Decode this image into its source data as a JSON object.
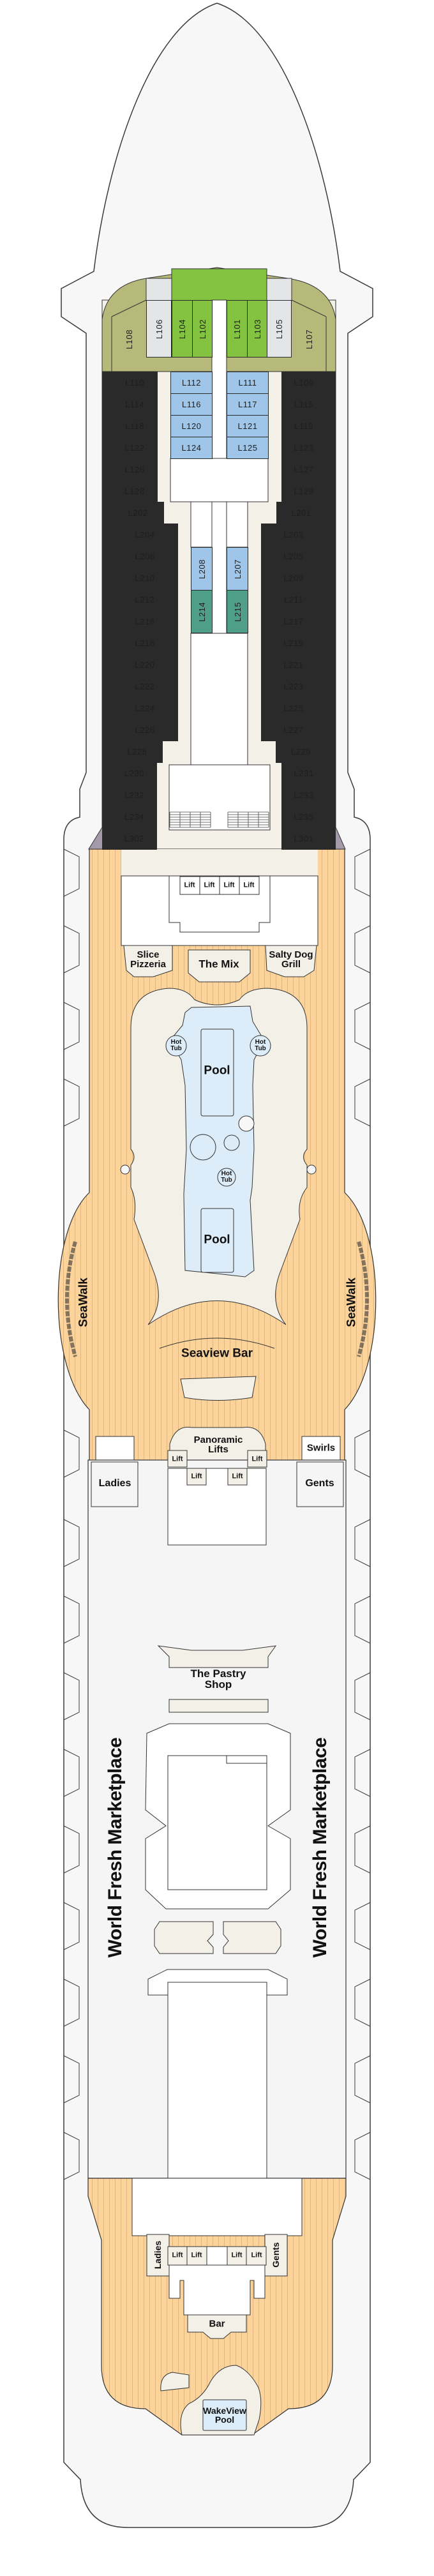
{
  "colors": {
    "olive": "#b6b97a",
    "lime": "#84c341",
    "grey": "#e4e5e7",
    "green": "#00a650",
    "lightblue": "#9fc5e8",
    "pink": "#efa9cd",
    "blue": "#7c9fd5",
    "teal": "#4f9e87",
    "peach": "#fcc98f",
    "mauve": "#a59aa9",
    "deck": "#fcd49b",
    "deck_stripe": "#deb37a",
    "hull": "#f7f7f7",
    "interior": "#f3f0e8",
    "pool": "#dcedf9"
  },
  "cabins": {
    "forward": [
      {
        "id": "L108",
        "category": "olive"
      },
      {
        "id": "L106",
        "category": "grey"
      },
      {
        "id": "L104",
        "category": "lime"
      },
      {
        "id": "L102",
        "category": "lime"
      },
      {
        "id": "L101",
        "category": "lime"
      },
      {
        "id": "L103",
        "category": "lime"
      },
      {
        "id": "L105",
        "category": "grey"
      },
      {
        "id": "L107",
        "category": "olive"
      }
    ],
    "port": [
      {
        "id": "L110",
        "category": "green"
      },
      {
        "id": "L114",
        "category": "green"
      },
      {
        "id": "L118",
        "category": "green"
      },
      {
        "id": "L122",
        "category": "green"
      },
      {
        "id": "L126",
        "category": "green"
      },
      {
        "id": "L128",
        "category": "green"
      },
      {
        "id": "L202",
        "category": "pink"
      },
      {
        "id": "L204",
        "category": "grey"
      },
      {
        "id": "L206",
        "category": "grey"
      },
      {
        "id": "L210",
        "category": "grey"
      },
      {
        "id": "L212",
        "category": "blue"
      },
      {
        "id": "L216",
        "category": "blue"
      },
      {
        "id": "L218",
        "category": "blue"
      },
      {
        "id": "L220",
        "category": "blue"
      },
      {
        "id": "L222",
        "category": "blue"
      },
      {
        "id": "L224",
        "category": "blue"
      },
      {
        "id": "L226",
        "category": "blue"
      },
      {
        "id": "L228",
        "category": "peach"
      },
      {
        "id": "L230",
        "category": "mauve"
      },
      {
        "id": "L232",
        "category": "mauve"
      },
      {
        "id": "L234",
        "category": "mauve"
      },
      {
        "id": "L302",
        "category": "mauve"
      }
    ],
    "starboard": [
      {
        "id": "L109",
        "category": "green"
      },
      {
        "id": "L115",
        "category": "green"
      },
      {
        "id": "L119",
        "category": "green"
      },
      {
        "id": "L123",
        "category": "green"
      },
      {
        "id": "L127",
        "category": "green"
      },
      {
        "id": "L129",
        "category": "green"
      },
      {
        "id": "L201",
        "category": "pink"
      },
      {
        "id": "L203",
        "category": "grey"
      },
      {
        "id": "L205",
        "category": "grey"
      },
      {
        "id": "L209",
        "category": "grey"
      },
      {
        "id": "L211",
        "category": "blue"
      },
      {
        "id": "L217",
        "category": "blue"
      },
      {
        "id": "L219",
        "category": "blue"
      },
      {
        "id": "L221",
        "category": "blue"
      },
      {
        "id": "L223",
        "category": "blue"
      },
      {
        "id": "L225",
        "category": "blue"
      },
      {
        "id": "L227",
        "category": "blue"
      },
      {
        "id": "L229",
        "category": "peach"
      },
      {
        "id": "L231",
        "category": "mauve"
      },
      {
        "id": "L233",
        "category": "mauve"
      },
      {
        "id": "L235",
        "category": "mauve"
      },
      {
        "id": "L301",
        "category": "mauve"
      }
    ],
    "center_port": [
      {
        "id": "L112",
        "category": "lightblue"
      },
      {
        "id": "L116",
        "category": "lightblue"
      },
      {
        "id": "L120",
        "category": "lightblue"
      },
      {
        "id": "L124",
        "category": "lightblue"
      }
    ],
    "center_starboard": [
      {
        "id": "L111",
        "category": "lightblue"
      },
      {
        "id": "L117",
        "category": "lightblue"
      },
      {
        "id": "L121",
        "category": "lightblue"
      },
      {
        "id": "L125",
        "category": "lightblue"
      }
    ],
    "inner_port": [
      {
        "id": "L208",
        "category": "lightblue"
      },
      {
        "id": "L214",
        "category": "teal"
      }
    ],
    "inner_starboard": [
      {
        "id": "L207",
        "category": "lightblue"
      },
      {
        "id": "L215",
        "category": "teal"
      }
    ]
  },
  "forward_deck": {
    "lifts": [
      "Lift",
      "Lift",
      "Lift",
      "Lift"
    ],
    "slice_pizzeria": "Slice\nPizzeria",
    "the_mix": "The Mix",
    "salty_dog_grill": "Salty Dog\nGrill",
    "hot_tub": "Hot\nTub",
    "pool": "Pool",
    "seawalk": "SeaWalk",
    "seaview_bar": "Seaview Bar",
    "panoramic_lifts": "Panoramic\nLifts",
    "panoramic_lift_cars": [
      "Lift",
      "Lift",
      "Lift",
      "Lift"
    ],
    "swirls": "Swirls",
    "ladies": "Ladies",
    "gents": "Gents"
  },
  "midship": {
    "pastry_shop": "The Pastry\nShop",
    "marketplace": "World Fresh Marketplace"
  },
  "aft_deck": {
    "lifts": [
      "Lift",
      "Lift",
      "Lift",
      "Lift"
    ],
    "ladies": "Ladies",
    "gents": "Gents",
    "bar": "Bar",
    "wakeview_pool": "WakeView\nPool"
  }
}
